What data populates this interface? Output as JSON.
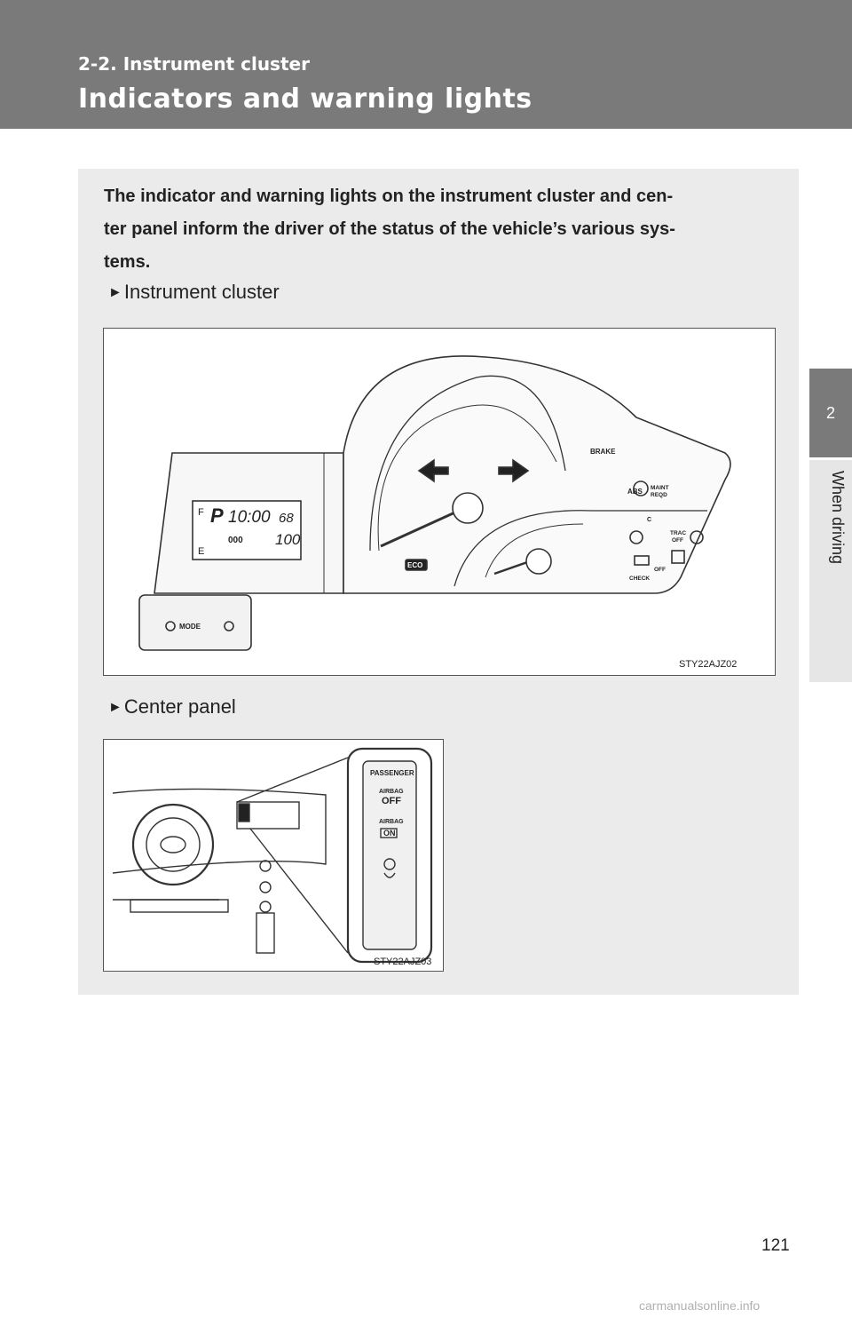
{
  "header": {
    "section": "2-2. Instrument cluster",
    "title": "Indicators and warning lights"
  },
  "side_tab": {
    "number": "2",
    "label": "When driving"
  },
  "intro": "The indicator and warning lights on the instrument cluster and center panel inform the driver of the status of the vehicle’s various systems.",
  "intro_lines": [
    "The indicator and warning lights on the instrument cluster and cen-",
    "ter panel inform the driver of the status of the vehicle’s various sys-",
    "tems."
  ],
  "figures": [
    {
      "heading": "Instrument cluster",
      "code": "STY22AJZ02",
      "display": {
        "gear": "P",
        "clock": "10:00",
        "temp": "68",
        "odo_label": "000",
        "odo": "100",
        "fuel_full": "F",
        "fuel_empty": "E"
      },
      "labels": {
        "brake": "BRAKE",
        "abs": "ABS",
        "maint": "MAINT",
        "reqd": "REQD",
        "trac": "TRAC",
        "off": "OFF",
        "check": "CHECK",
        "eco": "ECO",
        "mode": "MODE",
        "c": "C"
      }
    },
    {
      "heading": "Center panel",
      "code": "STY22AJZ03",
      "labels": {
        "passenger": "PASSENGER",
        "airbag_off_1": "AIRBAG",
        "airbag_off_2": "OFF",
        "airbag_on_1": "AIRBAG",
        "airbag_on_2": "ON"
      }
    }
  ],
  "page_number": "121",
  "footer": "carmanualsonline.info",
  "colors": {
    "header": "#7a7a7a",
    "panel": "#ebebeb",
    "tab_text_bg": "#e6e6e6"
  }
}
